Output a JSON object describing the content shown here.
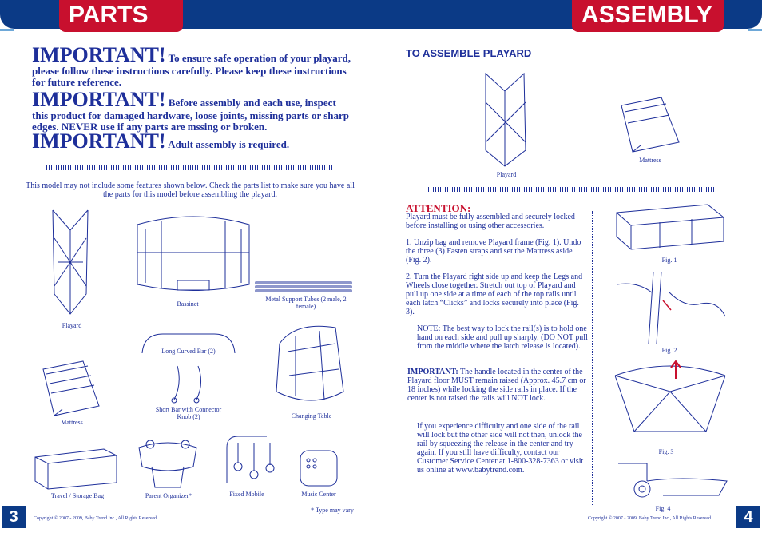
{
  "left_page": {
    "title": "PARTS",
    "important_1": {
      "heading": "IMPORTANT!",
      "text": "To ensure safe operation of your playard, please follow these instructions carefully. Please keep these instructions for future reference."
    },
    "important_2": {
      "heading": "IMPORTANT!",
      "text": "Before assembly and each use, inspect this product for damaged hardware, loose joints, missing parts or sharp edges. NEVER use if any parts are mssing or broken."
    },
    "important_3": {
      "heading": "IMPORTANT!",
      "text": "Adult assembly is required."
    },
    "intro": "This model may not include some features shown below.  Check the parts list to make sure you have all the parts for this model before assembling the playard.",
    "parts": {
      "playard": "Playard",
      "bassinet": "Bassinet",
      "metal_tubes": "Metal Support Tubes (2 male, 2 female)",
      "long_bar": "Long Curved Bar (2)",
      "short_bar": "Short Bar with Connector Knob (2)",
      "changing_table": "Changing Table",
      "mattress": "Mattress",
      "bag": "Travel / Storage Bag",
      "organizer": "Parent Organizer*",
      "mobile": "Fixed Mobile",
      "music": "Music Center"
    },
    "footnote": "* Type may vary",
    "page_number": "3",
    "copyright": "Copyright © 2007 - 2009, Baby Trend Inc., All Rights Reserved."
  },
  "right_page": {
    "title": "ASSEMBLY",
    "subtitle": "TO ASSEMBLE PLAYARD",
    "top_captions": {
      "playard": "Playard",
      "mattress": "Mattress"
    },
    "attention_heading": "ATTENTION:",
    "attention_text": "Playard must be fully assembled and securely locked before installing or using other accessories.",
    "step1": "1. Unzip bag and remove Playard frame (Fig. 1). Undo the three (3) Fasten straps and set the Mattress aside (Fig. 2).",
    "step2": "2. Turn the Playard right side up and keep the Legs and Wheels close together.  Stretch out top of Playard and pull up one side at a time of each of the top rails until each latch “Clicks” and locks securely into place (Fig. 3).",
    "note": "NOTE:  The best way to lock the rail(s) is to hold one hand on each side and pull up sharply. (DO NOT pull from the middle where the latch release is located).",
    "important_label": "IMPORTANT:",
    "important_text": "The handle located in the center of the Playard floor MUST remain raised (Approx. 45.7 cm or 18 inches) while locking the side rails in place.  If the center is not raised the rails will NOT lock.",
    "difficulty": "If you experience difficulty and one side of the rail will lock but the other side will not then, unlock the rail by squeezing the release in the center and try again.  If you still have difficulty, contact our Customer Service Center at 1-800-328-7363 or visit us online at www.babytrend.com.",
    "figs": [
      "Fig. 1",
      "Fig. 2",
      "Fig. 3",
      "Fig. 4"
    ],
    "page_number": "4",
    "copyright": "Copyright © 2007 - 2009, Baby Trend Inc., All Rights Reserved."
  },
  "colors": {
    "navy": "#0b3a86",
    "red": "#c8102e",
    "text_blue": "#1e2f9a"
  }
}
